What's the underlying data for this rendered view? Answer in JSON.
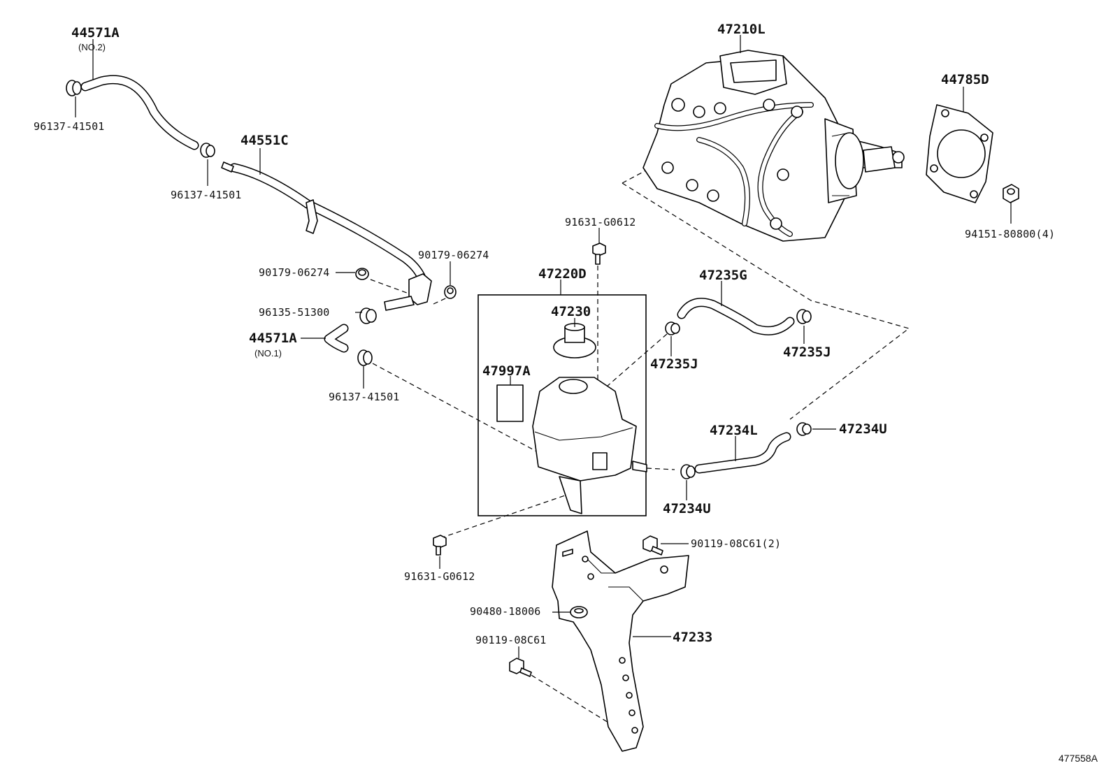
{
  "diagram_id": "477558A",
  "labels": {
    "hose_44571A_no2": "44571A",
    "hose_44571A_no2_note": "(NO.2)",
    "clip_96137_top": "96137-41501",
    "pipe_44551C": "44551C",
    "clip_96137_mid": "96137-41501",
    "bolt_91631_top": "91631-G0612",
    "grommet_90179_right": "90179-06274",
    "grommet_90179_left": "90179-06274",
    "clip_96135": "96135-51300",
    "hose_44571A_no1": "44571A",
    "hose_44571A_no1_note": "(NO.1)",
    "clip_96137_low": "96137-41501",
    "reservoir_47220D": "47220D",
    "cap_47230": "47230",
    "label_47997A": "47997A",
    "hose_47235G": "47235G",
    "clip_47235J_left": "47235J",
    "clip_47235J_right": "47235J",
    "hose_47234L": "47234L",
    "clip_47234U_right": "47234U",
    "clip_47234U_low": "47234U",
    "actuator_47210L": "47210L",
    "gasket_44785D": "44785D",
    "nut_94151": "94151-80800(4)",
    "bolt_90119_2": "90119-08C61(2)",
    "bolt_91631_low": "91631-G0612",
    "washer_90480": "90480-18006",
    "bolt_90119": "90119-08C61",
    "bracket_47233": "47233"
  }
}
